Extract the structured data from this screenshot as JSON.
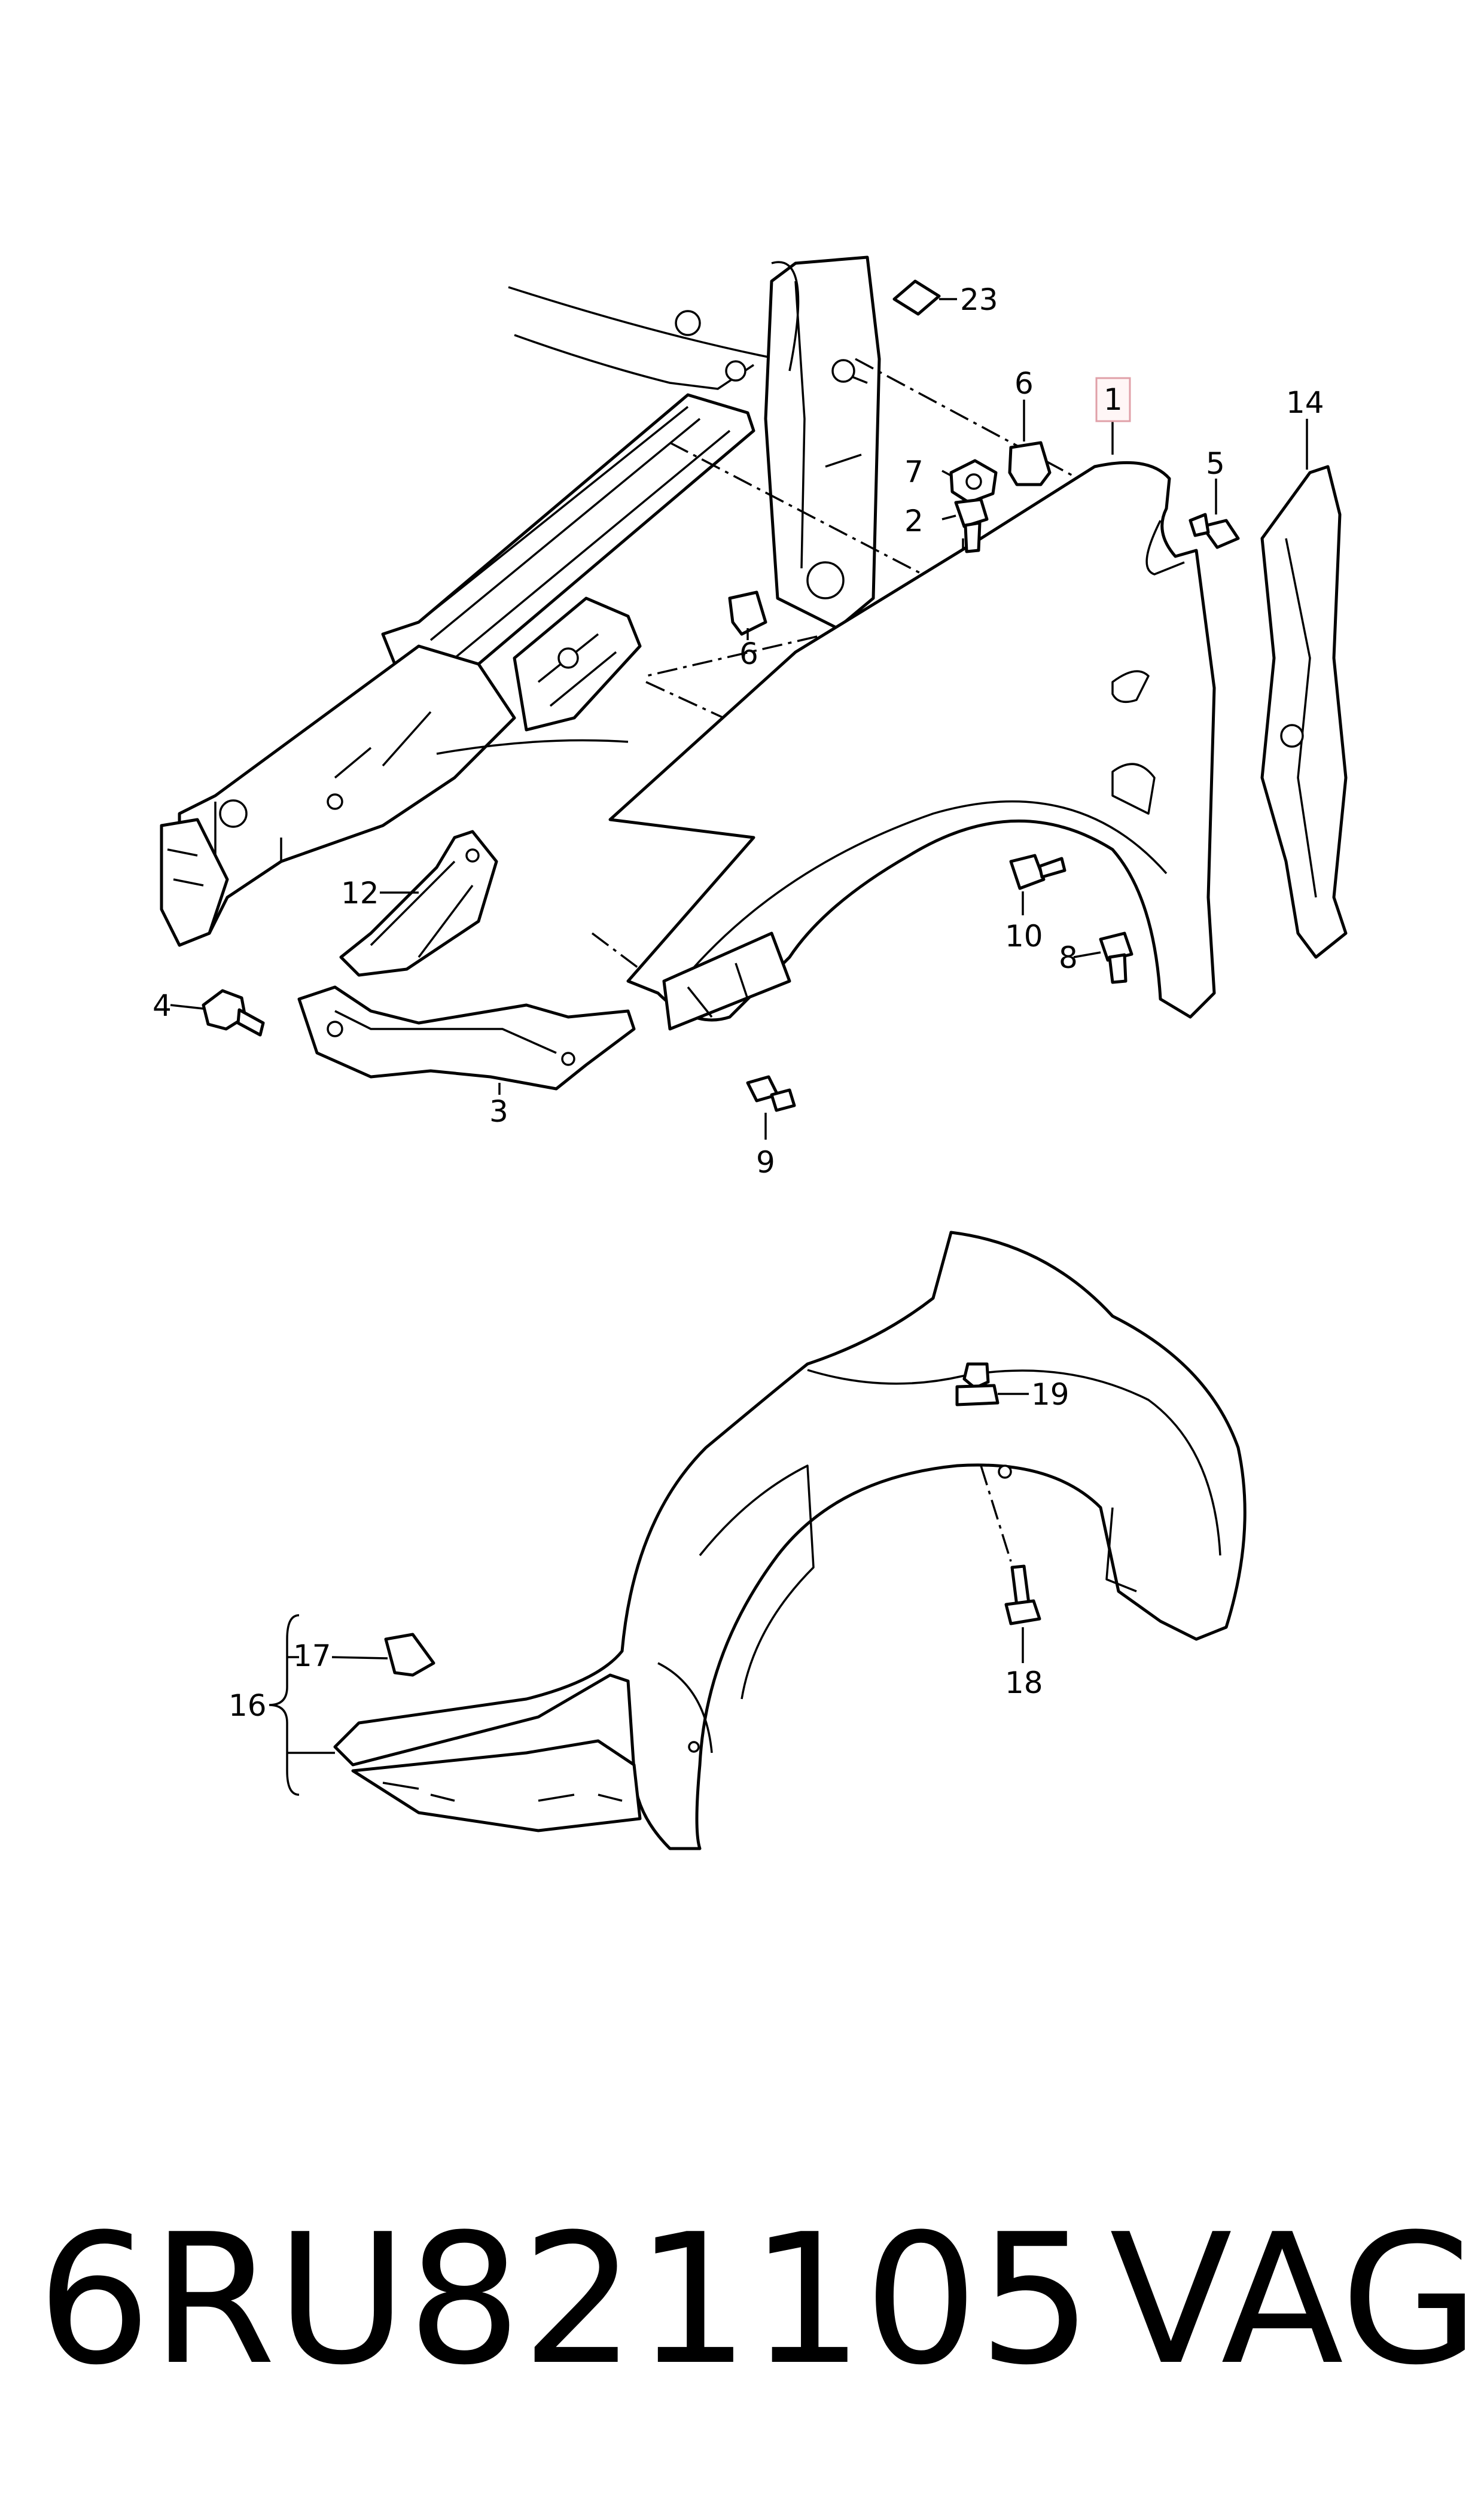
{
  "diagram": {
    "callouts": [
      {
        "id": "1",
        "label": "1",
        "highlighted": true
      },
      {
        "id": "2",
        "label": "2"
      },
      {
        "id": "3",
        "label": "3"
      },
      {
        "id": "4",
        "label": "4"
      },
      {
        "id": "5",
        "label": "5"
      },
      {
        "id": "6a",
        "label": "6"
      },
      {
        "id": "6b",
        "label": "6"
      },
      {
        "id": "7",
        "label": "7"
      },
      {
        "id": "8",
        "label": "8"
      },
      {
        "id": "9",
        "label": "9"
      },
      {
        "id": "10",
        "label": "10"
      },
      {
        "id": "12",
        "label": "12"
      },
      {
        "id": "14",
        "label": "14"
      },
      {
        "id": "16",
        "label": "16"
      },
      {
        "id": "17",
        "label": "17"
      },
      {
        "id": "18",
        "label": "18"
      },
      {
        "id": "19",
        "label": "19"
      },
      {
        "id": "23",
        "label": "23"
      }
    ],
    "highlight_color": "#e0a0a8"
  },
  "footer": {
    "part_number": "6RU821105",
    "brand": "VAG"
  }
}
